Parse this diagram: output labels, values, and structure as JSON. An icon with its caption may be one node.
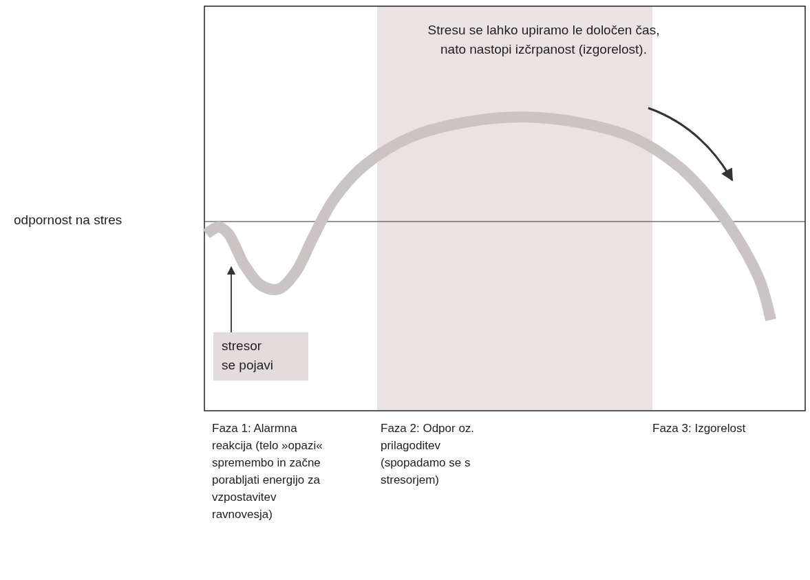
{
  "diagram": {
    "nodes": [
      {
        "text": [
          "stresor se pojavi"
        ]
      },
      {
        "text": [],
        "shape": "line"
      }
    ],
    "edges": [
      {
        "from": 0,
        "to": 1,
        "arrow": "to"
      }
    ],
    "labels": [
      "Stresu se lahko upiramo le določen čas, nato nastopi izčrpanost (izgorelost).",
      "odpornost na stres",
      "Faza 1: Alarmna reakcija (telo »opazi« spremembo in začne porabljati energijo za vzpostavitev ravnovesja)",
      "Faza 2: Odpor oz. prilagoditev (spopadamo se s stresorjem)",
      "Faza 3: Izgorelost"
    ]
  }
}
